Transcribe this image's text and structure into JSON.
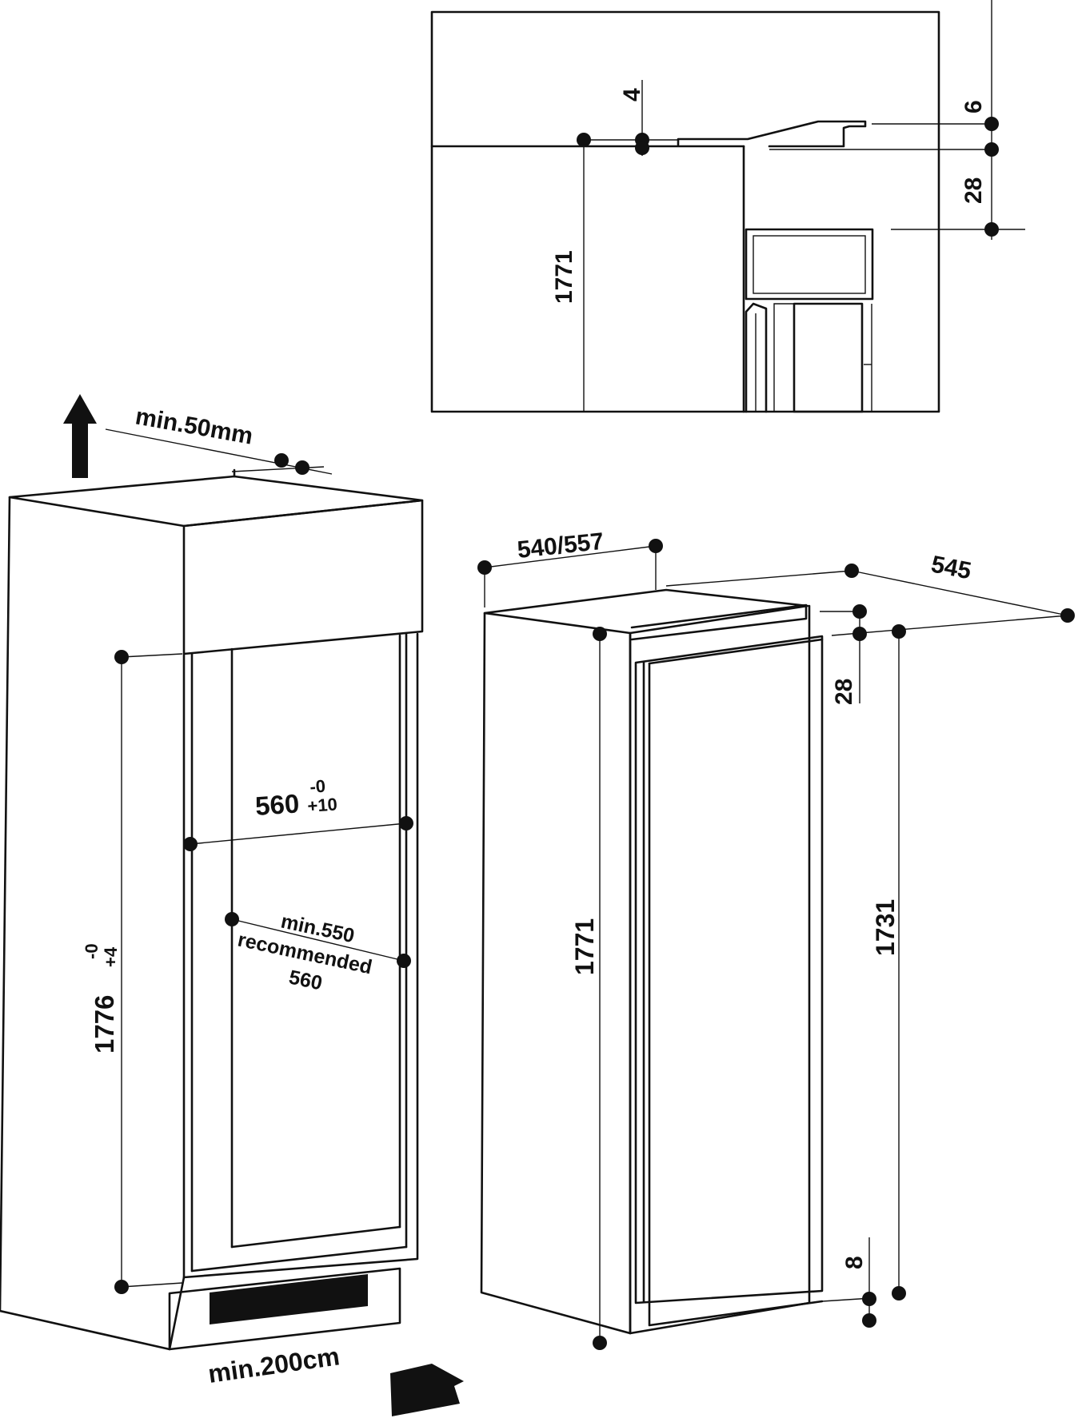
{
  "labels": {
    "min_gap_top": "min.50mm",
    "min_vent_bottom": "min.200cm",
    "niche_width": "560",
    "niche_width_tol_top": "-0",
    "niche_width_tol_bottom": "+10",
    "niche_depth_line1": "min.550",
    "niche_depth_line2": "recommended",
    "niche_depth_line3": "560",
    "niche_height": "1776",
    "niche_height_tol_top": "-0",
    "niche_height_tol_bottom": "+4",
    "appliance_width": "540/557",
    "appliance_depth": "545",
    "appliance_height": "1771",
    "door_height": "1731",
    "door_top_offset": "28",
    "door_bottom_offset": "8",
    "detail_height": "1771",
    "detail_gap_a": "4",
    "detail_gap_b": "6",
    "detail_gap_c": "28"
  }
}
